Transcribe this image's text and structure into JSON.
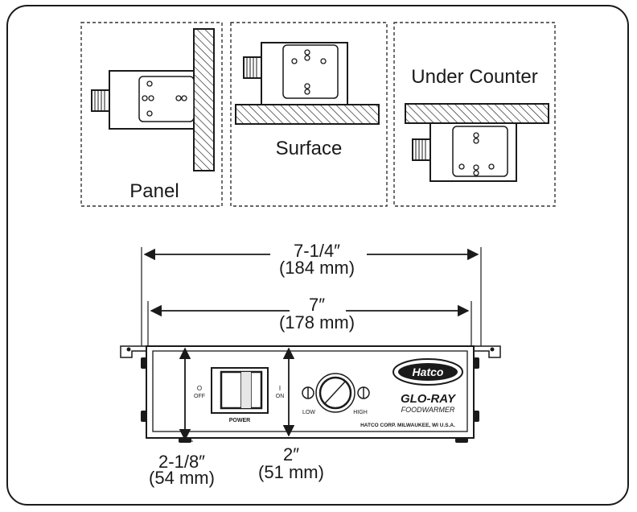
{
  "mounting_options": [
    {
      "label": "Panel"
    },
    {
      "label": "Surface"
    },
    {
      "label": "Under Counter"
    }
  ],
  "dimensions": {
    "overall_width": {
      "imperial": "7-1/4″",
      "metric": "(184 mm)"
    },
    "body_width": {
      "imperial": "7″",
      "metric": "(178 mm)"
    },
    "overall_height": {
      "imperial": "2-1/8″",
      "metric": "(54 mm)"
    },
    "body_height": {
      "imperial": "2″",
      "metric": "(51 mm)"
    }
  },
  "control_panel": {
    "off_symbol": "O",
    "off_label": "OFF",
    "on_symbol": "I",
    "on_label": "ON",
    "power_label": "POWER",
    "low_label": "LOW",
    "high_label": "HIGH",
    "brand_logo": "Hatco",
    "product_name": "GLO-RAY",
    "product_type": "FOODWARMER",
    "manufacturer_line": "HATCO CORP. MILWAUKEE, WI U.S.A."
  }
}
